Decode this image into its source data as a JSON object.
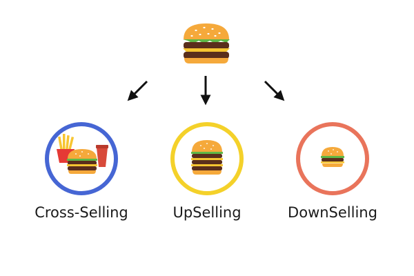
{
  "labels": {
    "cross": "Cross-Selling",
    "up": "UpSelling",
    "down": "DownSelling"
  },
  "colors": {
    "cross_ring": "#4666d4",
    "up_ring": "#f4d12a",
    "down_ring": "#e9745b",
    "arrow": "#111111",
    "bun": "#f5a93b",
    "patty": "#5a2e1c",
    "lettuce": "#5fb846",
    "cheese": "#f6c531",
    "fries_box": "#e53935",
    "fries": "#f7c531"
  },
  "icons": {
    "top": "burger-icon",
    "cross": "combo-meal-icon",
    "up": "big-burger-icon",
    "down": "small-burger-icon",
    "arrow": "arrow-icon"
  }
}
